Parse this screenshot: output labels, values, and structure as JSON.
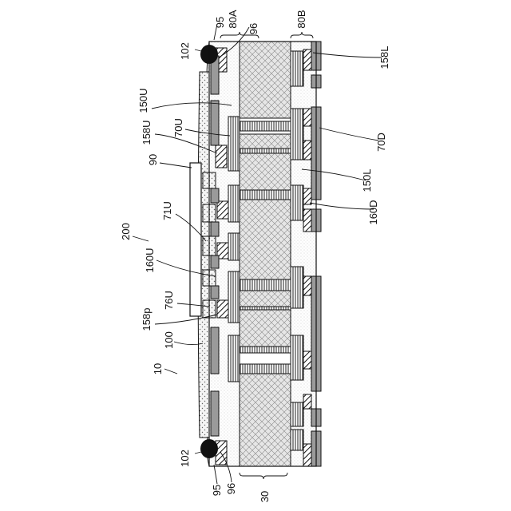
{
  "figure": {
    "labels": {
      "l95_top": "95",
      "l80A": "80A",
      "l80B": "80B",
      "l96_top": "96",
      "l102_top": "102",
      "l158L": "158L",
      "l150U": "150U",
      "l70U": "70U",
      "l158U": "158U",
      "l70D": "70D",
      "l90": "90",
      "l150L": "150L",
      "l71U": "71U",
      "l160D": "160D",
      "l200": "200",
      "l160U": "160U",
      "l76U": "76U",
      "l158p": "158p",
      "l100": "100",
      "l10": "10",
      "l102_bot": "102",
      "l95_bot": "95",
      "l96_bot": "96",
      "l30": "30"
    }
  }
}
